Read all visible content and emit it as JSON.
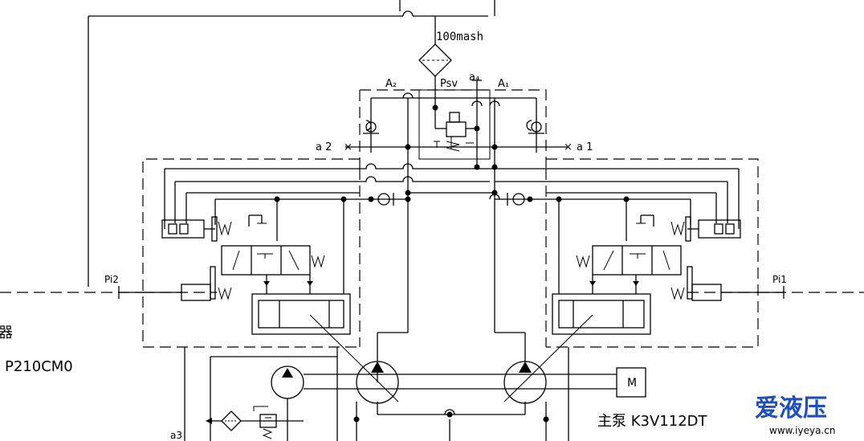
{
  "labels": {
    "filter": "100mash",
    "a2": "A₂",
    "psv": "Psv",
    "a4": "a₄",
    "a1": "A₁",
    "port_a2": "a 2",
    "port_a1": "a 1",
    "pi2": "Pi2",
    "pi1": "Pi1",
    "a3": "a3",
    "motor": "M",
    "pump_model": "主泵 K3V112DT",
    "left_text_1": "器",
    "left_text_2": "P210CM0"
  },
  "watermark": {
    "logo": "爱液压",
    "url": "www.iyeya.cn",
    "color": "#1f4fbf"
  }
}
